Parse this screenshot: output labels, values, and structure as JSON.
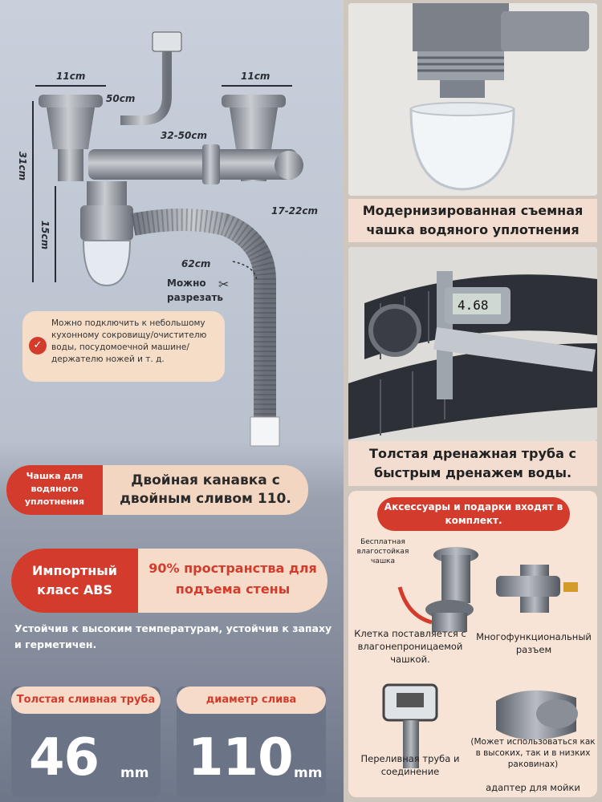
{
  "diagram": {
    "dim_left_width": "11cm",
    "dim_right_width": "11cm",
    "dim_overflow": "50cm",
    "dim_connector": "32-50cm",
    "dim_offset": "17-22cm",
    "dim_height_total": "31cm",
    "dim_height_trap": "15cm",
    "dim_hose": "62cm",
    "cut_note": "Можно\nразрезать"
  },
  "callout": {
    "text": "Можно подключить к небольшому кухонному сокровищу/очистителю воды, посудомоечной машине/держателю ножей и т. д."
  },
  "feature1": {
    "badge": "Чашка для водяного уплотнения",
    "text": "Двойная канавка с двойным сливом 110."
  },
  "feature2": {
    "badge": "Импортный класс ABS",
    "text": "90% пространства для подъема стены"
  },
  "resist_text": "Устойчив к высоким температурам, устойчив к запаху и герметичен.",
  "spec1": {
    "label": "Толстая сливная труба",
    "value": "46",
    "unit": "mm"
  },
  "spec2": {
    "label": "диаметр слива",
    "value": "110",
    "unit": "mm"
  },
  "panel1_caption": "Модернизированная съемная чашка водяного уплотнения",
  "panel2_caption": "Толстая дренажная труба с быстрым дренажем воды.",
  "caliper_reading": "4.68",
  "accessories": {
    "title": "Аксессуары и подарки входят в комплект.",
    "free_cup": "Бесплатная влагостойкая чашка",
    "item1": "Клетка поставляется с влагонепроницаемой чашкой.",
    "item2": "Многофункциональный разъем",
    "item3": "Переливная труба и соединение",
    "item4_note": "(Может использоваться как в высоких, так и в низких раковинах)",
    "item4": "адаптер для мойки"
  },
  "colors": {
    "accent": "#d33b2c",
    "peach": "#f6dbc8",
    "steel": "#8a909a"
  }
}
